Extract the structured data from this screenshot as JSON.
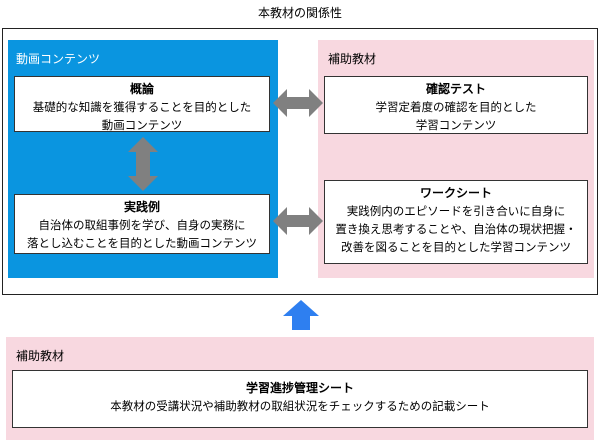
{
  "title": "本教材の関係性",
  "video": {
    "label": "動画コンテンツ",
    "boxes": [
      {
        "head": "概論",
        "lines": [
          "基礎的な知識を獲得することを目的とした",
          "動画コンテンツ"
        ]
      },
      {
        "head": "実践例",
        "lines": [
          "自治体の取組事例を学び、自身の実務に",
          "落とし込むことを目的とした動画コンテンツ"
        ]
      }
    ]
  },
  "supplement": {
    "label": "補助教材",
    "boxes": [
      {
        "head": "確認テスト",
        "lines": [
          "学習定着度の確認を目的とした",
          "学習コンテンツ"
        ]
      },
      {
        "head": "ワークシート",
        "lines": [
          "実践例内のエピソードを引き合いに自身に",
          "置き換え思考することや、自治体の現状把握・",
          "改善を図ることを目的とした学習コンテンツ"
        ]
      }
    ]
  },
  "bottom": {
    "label": "補助教材",
    "box": {
      "head": "学習進捗管理シート",
      "lines": [
        "本教材の受講状況や補助教材の取組状況をチェックするための記載シート"
      ]
    }
  },
  "colors": {
    "blue": "#0a95e0",
    "pink": "#f8d8e0",
    "arrow_gray": "#808080",
    "arrow_blue": "#2e7ff0"
  }
}
